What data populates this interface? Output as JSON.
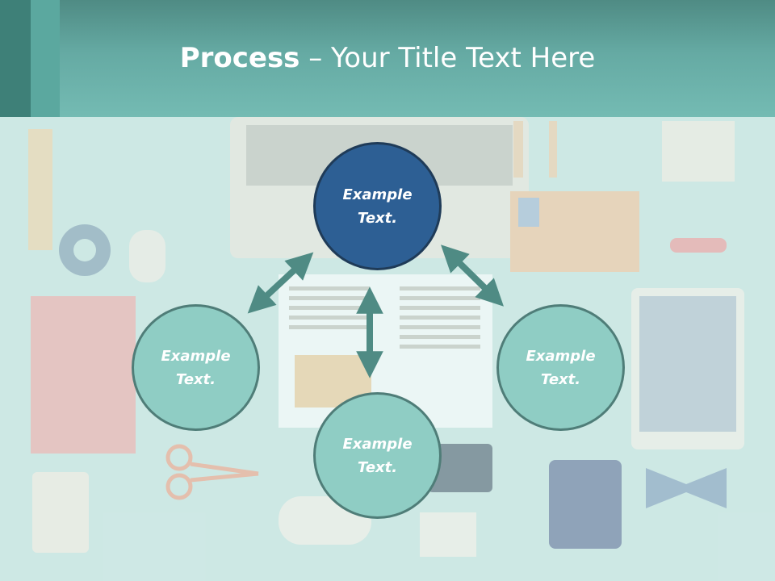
{
  "slide": {
    "title_bold": "Process",
    "title_rest": " – Your Title Text Here"
  },
  "diagram": {
    "nodes": [
      {
        "id": "top",
        "label": "Example Text."
      },
      {
        "id": "left",
        "label": "Example Text."
      },
      {
        "id": "right",
        "label": "Example Text."
      },
      {
        "id": "bottom",
        "label": "Example Text."
      }
    ]
  },
  "colors": {
    "header": "#65aaa3",
    "background": "#cfe9e6",
    "center_node": "#2d5f94",
    "side_node": "#8fcdc4",
    "arrow": "#4f8b84"
  }
}
